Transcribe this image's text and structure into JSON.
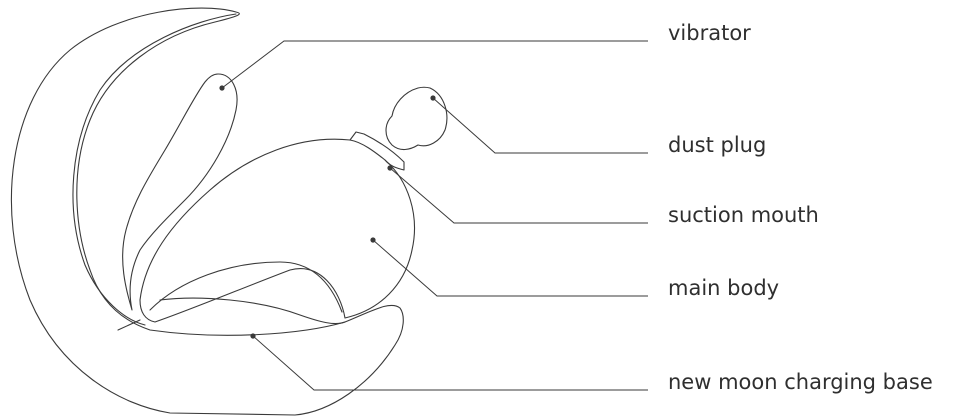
{
  "labels": {
    "vibrator": "vibrator",
    "dust_plug": "dust plug",
    "suction_mouth": "suction mouth",
    "main_body": "main body",
    "base": "new moon charging base"
  }
}
